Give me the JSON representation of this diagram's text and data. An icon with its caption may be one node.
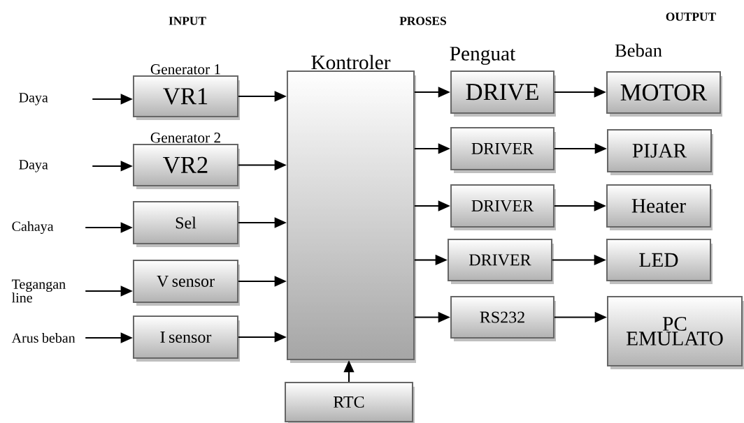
{
  "diagram": {
    "nodes": [
      {
        "text": [
          "Daya"
        ]
      },
      {
        "text": [
          "Generator 1",
          "VR1"
        ]
      },
      {
        "text": [
          "Daya"
        ]
      },
      {
        "text": [
          "Generator 2",
          "VR2"
        ]
      },
      {
        "text": [
          "Cahaya"
        ]
      },
      {
        "text": [
          "Sel"
        ]
      },
      {
        "text": [
          "Tegangan line"
        ]
      },
      {
        "text": [
          "V sensor"
        ]
      },
      {
        "text": [
          "Arus beban"
        ]
      },
      {
        "text": [
          "I sensor"
        ]
      },
      {
        "text": [
          "Kontroler"
        ]
      },
      {
        "text": [
          "DRIVE"
        ]
      },
      {
        "text": [
          "MOTOR"
        ]
      },
      {
        "text": [
          "DRIVER"
        ]
      },
      {
        "text": [
          "PIJAR"
        ]
      },
      {
        "text": [
          "DRIVER"
        ]
      },
      {
        "text": [
          "Heater"
        ]
      },
      {
        "text": [
          "DRIVER"
        ]
      },
      {
        "text": [
          "LED"
        ]
      },
      {
        "text": [
          "RS232"
        ]
      },
      {
        "text": [
          "PC EMULATO"
        ]
      },
      {
        "text": [
          "RTC"
        ]
      }
    ],
    "edges": [
      {
        "from": 0,
        "to": 1,
        "arrow": "to"
      },
      {
        "from": 2,
        "to": 3,
        "arrow": "to"
      },
      {
        "from": 4,
        "to": 5,
        "arrow": "to"
      },
      {
        "from": 6,
        "to": 7,
        "arrow": "to"
      },
      {
        "from": 8,
        "to": 9,
        "arrow": "to"
      },
      {
        "from": 1,
        "to": 10,
        "arrow": "to"
      },
      {
        "from": 3,
        "to": 10,
        "arrow": "to"
      },
      {
        "from": 5,
        "to": 10,
        "arrow": "to"
      },
      {
        "from": 7,
        "to": 10,
        "arrow": "to"
      },
      {
        "from": 9,
        "to": 10,
        "arrow": "to"
      },
      {
        "from": 10,
        "to": 11,
        "arrow": "to"
      },
      {
        "from": 10,
        "to": 13,
        "arrow": "to"
      },
      {
        "from": 10,
        "to": 15,
        "arrow": "to"
      },
      {
        "from": 10,
        "to": 17,
        "arrow": "to"
      },
      {
        "from": 10,
        "to": 19,
        "arrow": "to"
      },
      {
        "from": 11,
        "to": 12,
        "arrow": "to"
      },
      {
        "from": 13,
        "to": 14,
        "arrow": "to"
      },
      {
        "from": 15,
        "to": 16,
        "arrow": "to"
      },
      {
        "from": 17,
        "to": 18,
        "arrow": "to"
      },
      {
        "from": 19,
        "to": 20,
        "arrow": "to"
      },
      {
        "from": 21,
        "to": 10,
        "arrow": "to"
      }
    ],
    "labels": [
      "INPUT",
      "PROSES",
      "OUTPUT",
      "Penguat",
      "Beban"
    ]
  }
}
